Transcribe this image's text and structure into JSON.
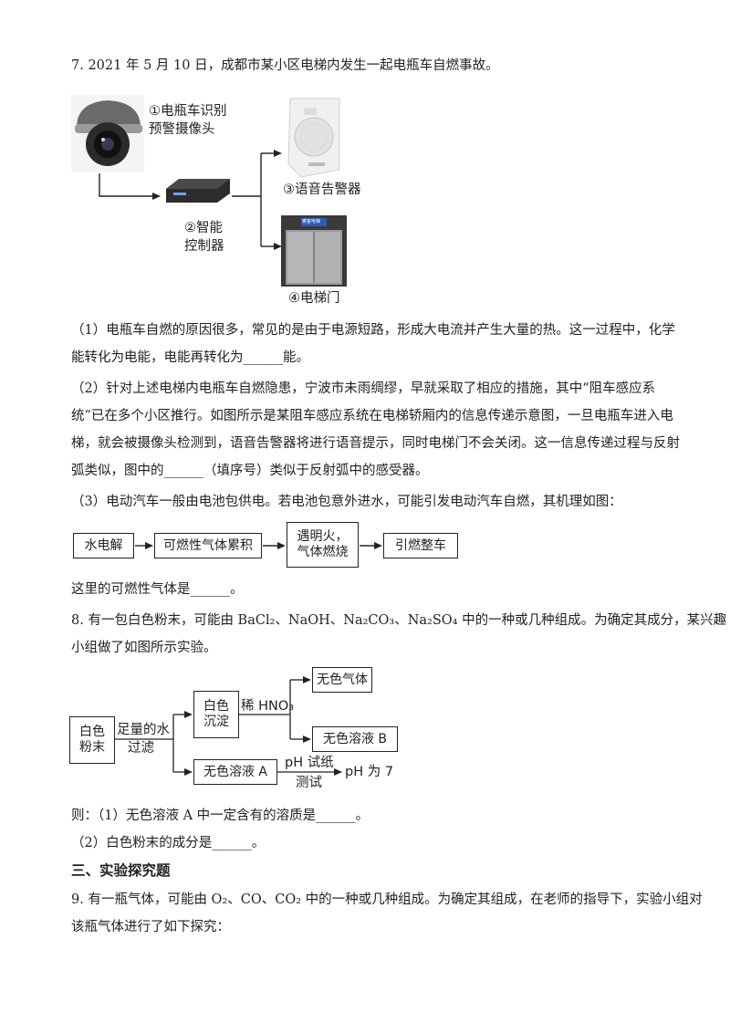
{
  "q7": {
    "intro": "7. 2021 年 5 月 10 日，成都市某小区电梯内发生一起电瓶车自燃事故。",
    "diagram": {
      "camera_label_1": "①电瓶车识别",
      "camera_label_2": "预警摄像头",
      "controller_label_1": "②智能",
      "controller_label_2": "控制器",
      "alarm_label": "③语音告警器",
      "door_label": "④电梯门",
      "door_sign": "乘客电梯"
    },
    "part1_line1": "（1）电瓶车自燃的原因很多，常见的是由于电源短路，形成大电流并产生大量的热。这一过程中，化学",
    "part1_line2": "能转化为电能，电能再转化为______能。",
    "part2_line1": "（2）针对上述电梯内电瓶车自燃隐患，宁波市未雨绸缪，早就采取了相应的措施，其中“阻车感应系",
    "part2_line2": "统”已在多个小区推行。如图所示是某阻车感应系统在电梯轿厢内的信息传递示意图，一旦电瓶车进入电",
    "part2_line3": "梯，就会被摄像头检测到，语音告警器将进行语音提示，同时电梯门不会关闭。这一信息传递过程与反射",
    "part2_line4": "弧类似，图中的______（填序号）类似于反射弧中的感受器。",
    "part3_line1": "（3）电动汽车一般由电池包供电。若电池包意外进水，可能引发电动汽车自燃，其机理如图：",
    "flow": [
      "水电解",
      "可燃性气体累积",
      "遇明火，\n气体燃烧",
      "引燃整车"
    ],
    "part3_line2": "这里的可燃性气体是______。"
  },
  "q8": {
    "line1": "8. 有一包白色粉末，可能由 BaCl₂、NaOH、Na₂CO₃、Na₂SO₄ 中的一种或几种组成。为确定其成分，某兴趣",
    "line2": "小组做了如图所示实验。",
    "diagram": {
      "powder": "白色\n粉末",
      "water_label_1": "足量的水",
      "water_label_2": "过滤",
      "precipitate": "白色\n沉淀",
      "acid_label": "稀 HNO₃",
      "gas": "无色气体",
      "solution_b": "无色溶液 B",
      "solution_a": "无色溶液 A",
      "ph_label_1": "pH 试纸",
      "ph_label_2": "测试",
      "ph_result": "pH 为 7"
    },
    "ans1": "则：（1）无色溶液 A 中一定含有的溶质是______。",
    "ans2": "（2）白色粉末的成分是______。"
  },
  "section3_title": "三、实验探究题",
  "q9": {
    "line1": "9. 有一瓶气体，可能由 O₂、CO、CO₂ 中的一种或几种组成。为确定其组成，在老师的指导下，实验小组对",
    "line2": "该瓶气体进行了如下探究："
  }
}
